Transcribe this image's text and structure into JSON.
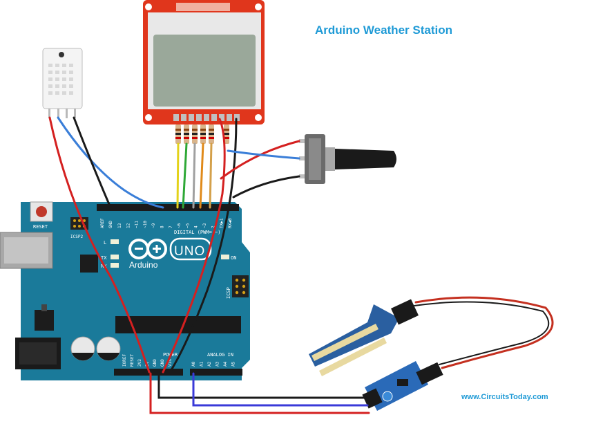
{
  "title": "Arduino Weather Station",
  "credit": "www.CircuitsToday.com",
  "board": {
    "reset_label": "RESET",
    "icsp2_label": "ICSP2",
    "icsp_label": "ICSP",
    "logo_text": "Arduino",
    "uno_text": "UNO",
    "digital_label": "DIGITAL (PWM= ~)",
    "power_label": "POWER",
    "analog_label": "ANALOG IN",
    "led_l": "L",
    "led_tx": "TX",
    "led_rx": "RX",
    "led_on": "ON",
    "gnd_label": "GND",
    "aref_label": "AREF",
    "digital_pins": [
      "13",
      "12",
      "~11",
      "~10",
      "~9",
      "8",
      "7",
      "~6",
      "~5",
      "4",
      "~3",
      "2",
      "TX▶1",
      "RX◀0"
    ],
    "power_pins": [
      "IOREF",
      "RESET",
      "3V3",
      "5V",
      "GND",
      "GND",
      "Vin"
    ],
    "analog_pins": [
      "A0",
      "A1",
      "A2",
      "A3",
      "A4",
      "A5"
    ]
  },
  "colors": {
    "board": "#1a7a9a",
    "wire_red": "#d42020",
    "wire_black": "#1a1a1a",
    "wire_blue": "#3a7ed8",
    "wire_green": "#2ea836",
    "wire_yellow": "#e3d21a",
    "wire_orange": "#e08a1a",
    "wire_gray": "#a0a0a0",
    "lcd_frame": "#e0361c",
    "lcd_screen": "#9aa89a",
    "title_color": "#1e9ad6"
  }
}
